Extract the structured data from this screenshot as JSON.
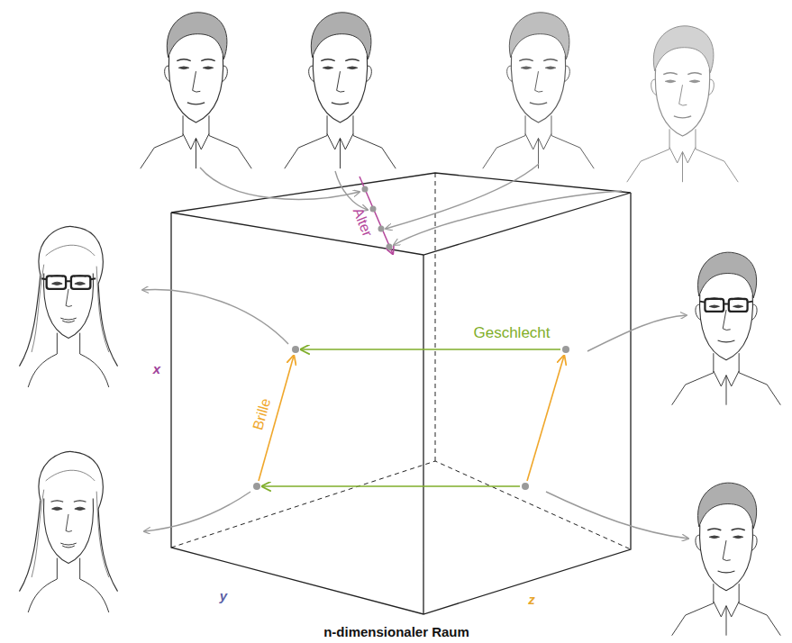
{
  "diagram": {
    "caption": "n-dimensionaler Raum",
    "labels": [
      "Alter",
      "Geschlecht",
      "Brille",
      "x",
      "y",
      "z"
    ]
  }
}
